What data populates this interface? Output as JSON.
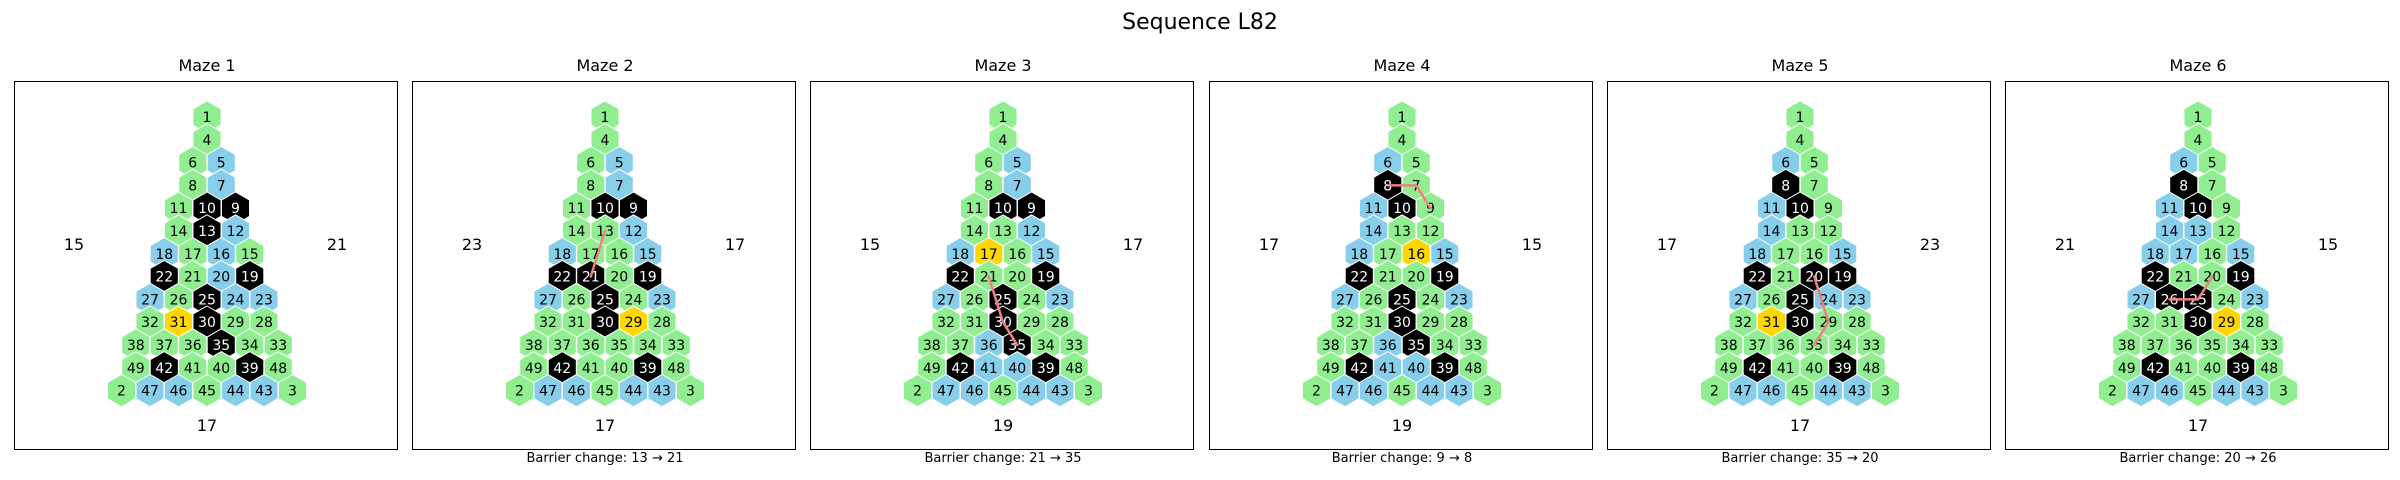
{
  "title": "Sequence L82",
  "colors": {
    "green": "#90EE90",
    "blue": "#87CEEB",
    "black": "#000000",
    "yellow": "#FFD700",
    "path": "#F08080"
  },
  "panels": [
    {
      "title": "Maze 1",
      "caption": "",
      "side_labels": {
        "left": "15",
        "right": "21",
        "bottom": "17"
      },
      "cells": {
        "1": "green",
        "4": "green",
        "6": "green",
        "5": "blue",
        "8": "green",
        "7": "blue",
        "11": "green",
        "10": "black",
        "9": "black",
        "14": "green",
        "13": "black",
        "12": "blue",
        "18": "blue",
        "17": "green",
        "16": "blue",
        "15": "green",
        "22": "black",
        "21": "green",
        "20": "blue",
        "19": "black",
        "27": "blue",
        "26": "green",
        "25": "black",
        "24": "blue",
        "23": "blue",
        "32": "green",
        "31": "yellow",
        "30": "black",
        "29": "green",
        "28": "green",
        "38": "green",
        "37": "green",
        "36": "green",
        "35": "black",
        "34": "green",
        "33": "green",
        "49": "green",
        "42": "black",
        "41": "green",
        "40": "green",
        "39": "black",
        "48": "green",
        "2": "green",
        "47": "blue",
        "46": "blue",
        "45": "green",
        "44": "blue",
        "43": "blue",
        "3": "green"
      },
      "path": []
    },
    {
      "title": "Maze 2",
      "caption": "Barrier change: 13 → 21",
      "side_labels": {
        "left": "23",
        "right": "17",
        "bottom": "17"
      },
      "cells": {
        "1": "green",
        "4": "green",
        "6": "green",
        "5": "blue",
        "8": "green",
        "7": "blue",
        "11": "green",
        "10": "black",
        "9": "black",
        "14": "green",
        "13": "green",
        "12": "blue",
        "18": "blue",
        "17": "green",
        "16": "green",
        "15": "blue",
        "22": "black",
        "21": "black",
        "20": "green",
        "19": "black",
        "27": "blue",
        "26": "green",
        "25": "black",
        "24": "green",
        "23": "blue",
        "32": "green",
        "31": "green",
        "30": "black",
        "29": "yellow",
        "28": "green",
        "38": "green",
        "37": "green",
        "36": "green",
        "35": "green",
        "34": "green",
        "33": "green",
        "49": "green",
        "42": "black",
        "41": "green",
        "40": "green",
        "39": "black",
        "48": "green",
        "2": "green",
        "47": "blue",
        "46": "blue",
        "45": "green",
        "44": "blue",
        "43": "blue",
        "3": "green"
      },
      "path": [
        "13",
        "21"
      ]
    },
    {
      "title": "Maze 3",
      "caption": "Barrier change: 21 → 35",
      "side_labels": {
        "left": "15",
        "right": "17",
        "bottom": "19"
      },
      "cells": {
        "1": "green",
        "4": "green",
        "6": "green",
        "5": "blue",
        "8": "green",
        "7": "blue",
        "11": "green",
        "10": "black",
        "9": "black",
        "14": "green",
        "13": "green",
        "12": "blue",
        "18": "blue",
        "17": "yellow",
        "16": "green",
        "15": "blue",
        "22": "black",
        "21": "green",
        "20": "green",
        "19": "black",
        "27": "blue",
        "26": "green",
        "25": "black",
        "24": "green",
        "23": "blue",
        "32": "green",
        "31": "green",
        "30": "black",
        "29": "green",
        "28": "green",
        "38": "green",
        "37": "green",
        "36": "blue",
        "35": "black",
        "34": "green",
        "33": "green",
        "49": "green",
        "42": "black",
        "41": "blue",
        "40": "blue",
        "39": "black",
        "48": "green",
        "2": "green",
        "47": "blue",
        "46": "blue",
        "45": "green",
        "44": "blue",
        "43": "blue",
        "3": "green"
      },
      "path": [
        "21",
        "30",
        "35"
      ]
    },
    {
      "title": "Maze 4",
      "caption": "Barrier change: 9 → 8",
      "side_labels": {
        "left": "17",
        "right": "15",
        "bottom": "19"
      },
      "cells": {
        "1": "green",
        "4": "green",
        "6": "blue",
        "5": "green",
        "8": "black",
        "7": "green",
        "11": "blue",
        "10": "black",
        "9": "green",
        "14": "blue",
        "13": "green",
        "12": "green",
        "18": "blue",
        "17": "green",
        "16": "yellow",
        "15": "blue",
        "22": "black",
        "21": "green",
        "20": "green",
        "19": "black",
        "27": "blue",
        "26": "green",
        "25": "black",
        "24": "green",
        "23": "blue",
        "32": "green",
        "31": "green",
        "30": "black",
        "29": "green",
        "28": "green",
        "38": "green",
        "37": "green",
        "36": "blue",
        "35": "black",
        "34": "green",
        "33": "green",
        "49": "green",
        "42": "black",
        "41": "blue",
        "40": "blue",
        "39": "black",
        "48": "green",
        "2": "green",
        "47": "blue",
        "46": "blue",
        "45": "green",
        "44": "blue",
        "43": "blue",
        "3": "green"
      },
      "path": [
        "9",
        "7",
        "8"
      ]
    },
    {
      "title": "Maze 5",
      "caption": "Barrier change: 35 → 20",
      "side_labels": {
        "left": "17",
        "right": "23",
        "bottom": "17"
      },
      "cells": {
        "1": "green",
        "4": "green",
        "6": "blue",
        "5": "green",
        "8": "black",
        "7": "green",
        "11": "blue",
        "10": "black",
        "9": "green",
        "14": "blue",
        "13": "green",
        "12": "green",
        "18": "blue",
        "17": "green",
        "16": "green",
        "15": "blue",
        "22": "black",
        "21": "green",
        "20": "black",
        "19": "black",
        "27": "blue",
        "26": "green",
        "25": "black",
        "24": "blue",
        "23": "blue",
        "32": "green",
        "31": "yellow",
        "30": "black",
        "29": "green",
        "28": "green",
        "38": "green",
        "37": "green",
        "36": "green",
        "35": "green",
        "34": "green",
        "33": "green",
        "49": "green",
        "42": "black",
        "41": "green",
        "40": "green",
        "39": "black",
        "48": "green",
        "2": "green",
        "47": "blue",
        "46": "blue",
        "45": "green",
        "44": "blue",
        "43": "blue",
        "3": "green"
      },
      "path": [
        "35",
        "29",
        "20"
      ]
    },
    {
      "title": "Maze 6",
      "caption": "Barrier change: 20 → 26",
      "side_labels": {
        "left": "21",
        "right": "15",
        "bottom": "17"
      },
      "cells": {
        "1": "green",
        "4": "green",
        "6": "blue",
        "5": "green",
        "8": "black",
        "7": "green",
        "11": "blue",
        "10": "black",
        "9": "green",
        "14": "blue",
        "13": "blue",
        "12": "green",
        "18": "blue",
        "17": "blue",
        "16": "green",
        "15": "blue",
        "22": "black",
        "21": "green",
        "20": "green",
        "19": "black",
        "27": "blue",
        "26": "black",
        "25": "black",
        "24": "green",
        "23": "blue",
        "32": "green",
        "31": "green",
        "30": "black",
        "29": "yellow",
        "28": "green",
        "38": "green",
        "37": "green",
        "36": "green",
        "35": "green",
        "34": "green",
        "33": "green",
        "49": "green",
        "42": "black",
        "41": "green",
        "40": "green",
        "39": "black",
        "48": "green",
        "2": "green",
        "47": "blue",
        "46": "blue",
        "45": "green",
        "44": "blue",
        "43": "blue",
        "3": "green"
      },
      "path": [
        "26",
        "25",
        "20"
      ]
    }
  ]
}
